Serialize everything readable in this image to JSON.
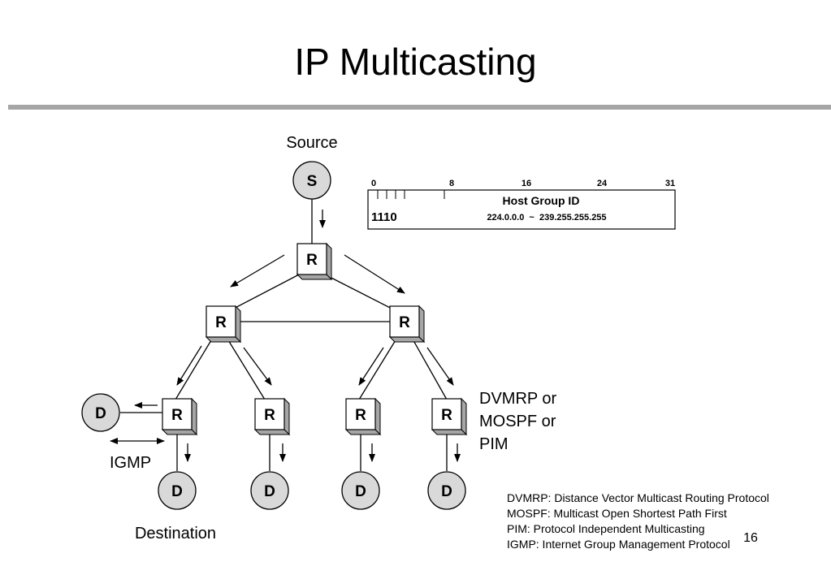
{
  "slide": {
    "title": "IP Multicasting",
    "page_number": "16"
  },
  "diagram": {
    "source_label": "Source",
    "destination_label": "Destination",
    "igmp_label": "IGMP",
    "protocol_label_lines": [
      "DVMRP or",
      "MOSPF or",
      "PIM"
    ],
    "source_node": "S",
    "router_node": "R",
    "destination_node": "D"
  },
  "address_format": {
    "bit_markers": [
      "0",
      "8",
      "16",
      "24",
      "31"
    ],
    "prefix": "1110",
    "field_label": "Host Group ID",
    "range": "224.0.0.0  ~  239.255.255.255"
  },
  "glossary": [
    "DVMRP: Distance Vector Multicast Routing Protocol",
    "MOSPF: Multicast Open Shortest Path First",
    "PIM: Protocol Independent Multicasting",
    "IGMP: Internet Group Management Protocol"
  ],
  "colors": {
    "node_fill": "#d9d9d9",
    "box_side": "#a6a6a6",
    "rule": "#a6a6a6"
  }
}
